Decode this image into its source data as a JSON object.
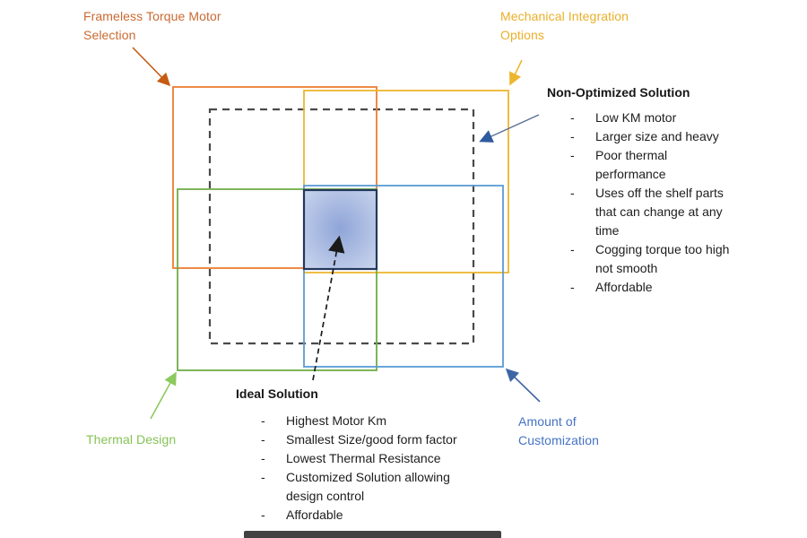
{
  "labels": {
    "frameless": "Frameless Torque Motor Selection",
    "mechanical": "Mechanical Integration Options",
    "thermal": "Thermal Design",
    "customization": "Amount of Customization"
  },
  "non_optimized": {
    "title": "Non-Optimized Solution",
    "items": [
      "Low KM motor",
      "Larger size and heavy",
      "Poor thermal performance",
      "Uses off the shelf parts that can change at any time",
      "Cogging torque too high not smooth",
      "Affordable"
    ]
  },
  "ideal": {
    "title": "Ideal Solution",
    "items": [
      "Highest Motor Km",
      "Smallest Size/good form factor",
      "Lowest Thermal Resistance",
      "Customized Solution allowing design control",
      "Affordable"
    ]
  },
  "bullet": "-",
  "colors": {
    "orange_rect": "#ED7D31",
    "gold_rect": "#EDB62F",
    "green_rect": "#70AD47",
    "blue_rect": "#5B9BD5",
    "dashed_rect": "#4A4A4A",
    "square_border": "#24385B",
    "square_center": "#8FA5D8",
    "square_edge": "#CBD6EE",
    "orange_text": "#C96A31",
    "gold_text": "#E9AF29",
    "green_text": "#86C356",
    "blue_text": "#4472C4",
    "orange_arrow": "#C55A11",
    "gold_arrow": "#EDB62F",
    "green_arrow": "#8CC95E",
    "blue_arrow": "#3E66A5",
    "navy_arrow_shaft": "#5C7193",
    "navy_arrow_head": "#2E5B9F",
    "black_arrow": "#1A1A1A"
  }
}
